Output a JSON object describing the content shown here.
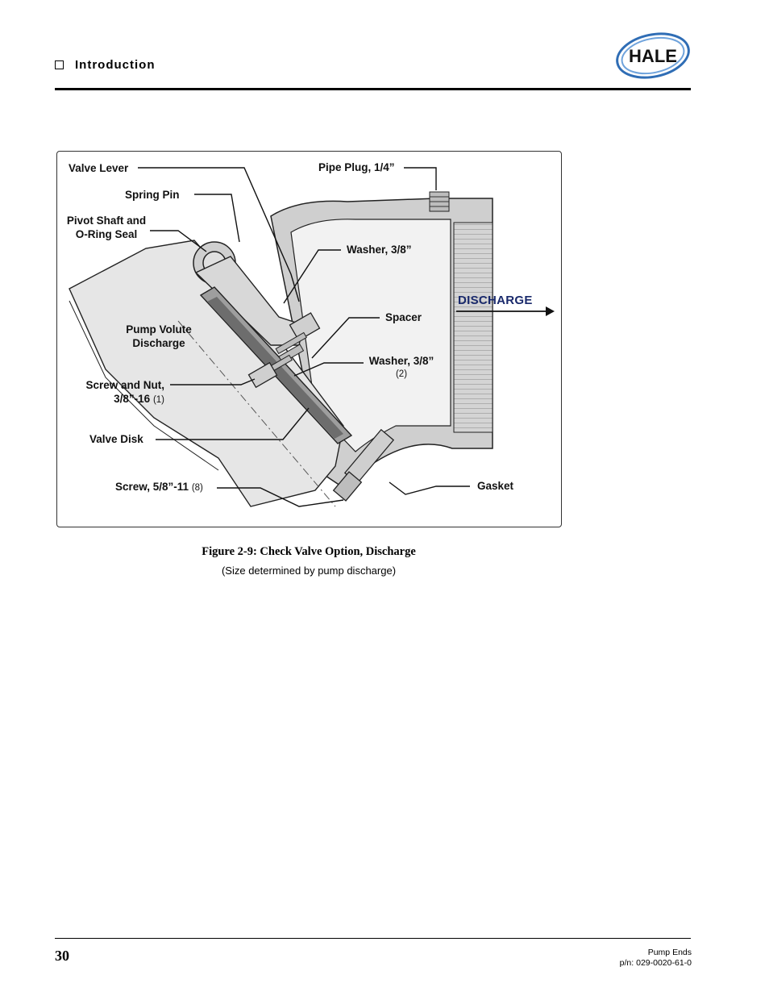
{
  "header": {
    "section_title": "Introduction",
    "logo_text": "HALE"
  },
  "figure": {
    "labels": {
      "valve_lever": "Valve Lever",
      "pipe_plug": "Pipe Plug, 1/4”",
      "spring_pin": "Spring Pin",
      "pivot_shaft_line1": "Pivot Shaft and",
      "pivot_shaft_line2": "O-Ring Seal",
      "washer_top": "Washer, 3/8”",
      "discharge": "DISCHARGE",
      "spacer": "Spacer",
      "pump_volute_line1": "Pump Volute",
      "pump_volute_line2": "Discharge",
      "washer_bottom": "Washer, 3/8”",
      "washer_bottom_qty": "(2)",
      "screw_nut_line1": "Screw and Nut,",
      "screw_nut_line2": "3/8”-16",
      "screw_nut_qty": "(1)",
      "valve_disk": "Valve Disk",
      "screw_58": "Screw, 5/8”-11",
      "screw_58_qty": "(8)",
      "gasket": "Gasket"
    },
    "caption": "Figure 2-9: Check Valve Option, Discharge",
    "subcaption": "(Size determined by pump discharge)"
  },
  "footer": {
    "page_number": "30",
    "doc_title": "Pump Ends",
    "part_number": "p/n: 029-0020-61-0"
  },
  "colors": {
    "logo_blue": "#2f6db5",
    "discharge_label": "#1a2a6c",
    "housing_gray": "#cfcfcf"
  }
}
